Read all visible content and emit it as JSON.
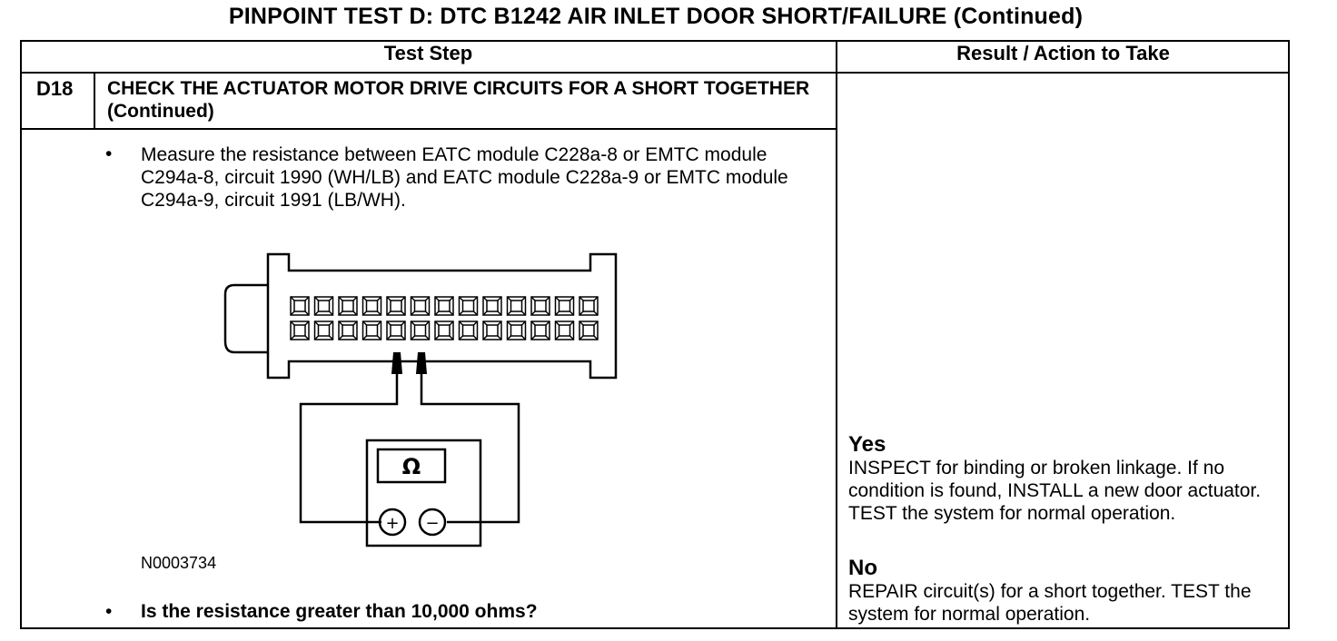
{
  "page": {
    "title": "PINPOINT TEST  D: DTC B1242 AIR INLET DOOR SHORT/FAILURE (Continued)"
  },
  "table": {
    "col_test_step": "Test Step",
    "col_result": "Result / Action to Take",
    "step_id": "D18",
    "step_title": "CHECK THE ACTUATOR MOTOR DRIVE CIRCUITS FOR A SHORT TOGETHER (Continued)",
    "bullet_symbol": "•",
    "instruction": "Measure the resistance between EATC module C228a-8 or EMTC module C294a-8, circuit 1990 (WH/LB) and EATC module C228a-9 or EMTC module C294a-9, circuit 1991 (LB/WH).",
    "figure_id": "N0003734",
    "question": "Is the resistance greater than 10,000 ohms?",
    "meter_symbol": "Ω",
    "meter_plus": "+",
    "meter_minus": "−",
    "yes_label": "Yes",
    "yes_action": "INSPECT for binding or broken linkage. If no condition is found, INSTALL a new door actuator. TEST the system for normal operation.",
    "no_label": "No",
    "no_action": "REPAIR circuit(s) for a short together. TEST the system for normal operation."
  }
}
